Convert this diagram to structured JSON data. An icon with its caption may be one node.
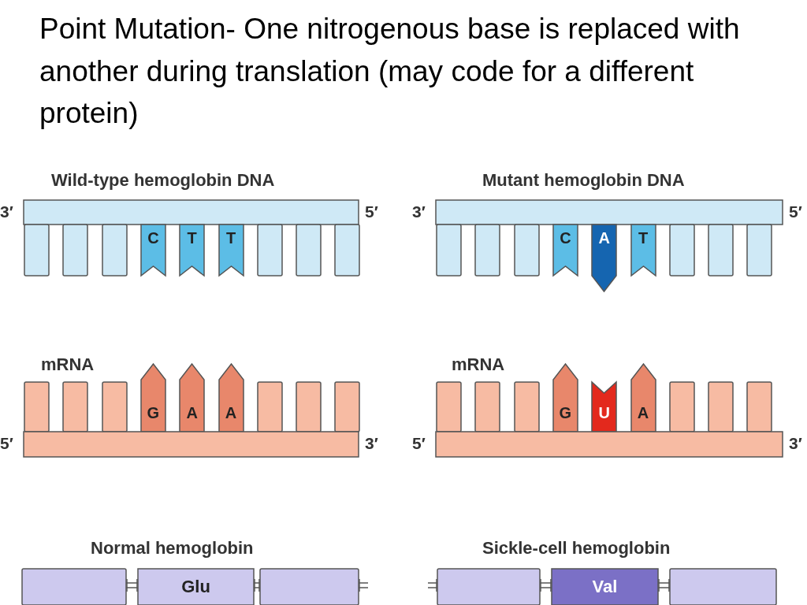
{
  "diagram": {
    "title": "Point Mutation- One nitrogenous base is replaced with another during translation (may code for a different protein)",
    "nodes": [
      {
        "text": [],
        "shape": "bar",
        "beside": [
          "3′",
          "5′"
        ]
      },
      {
        "text": [],
        "shape": "box"
      },
      {
        "text": [],
        "shape": "box"
      },
      {
        "text": [],
        "shape": "box"
      },
      {
        "text": [
          "C"
        ]
      },
      {
        "text": [
          "T"
        ]
      },
      {
        "text": [
          "T"
        ]
      },
      {
        "text": [],
        "shape": "box"
      },
      {
        "text": [],
        "shape": "box"
      },
      {
        "text": [],
        "shape": "box"
      },
      {
        "text": [],
        "shape": "bar",
        "beside": [
          "3′",
          "5′"
        ]
      },
      {
        "text": [],
        "shape": "box"
      },
      {
        "text": [],
        "shape": "box"
      },
      {
        "text": [],
        "shape": "box"
      },
      {
        "text": [
          "C"
        ]
      },
      {
        "text": [
          "A"
        ]
      },
      {
        "text": [
          "T"
        ]
      },
      {
        "text": [],
        "shape": "box"
      },
      {
        "text": [],
        "shape": "box"
      },
      {
        "text": [],
        "shape": "box"
      },
      {
        "text": [],
        "shape": "box"
      },
      {
        "text": [],
        "shape": "box"
      },
      {
        "text": [],
        "shape": "box"
      },
      {
        "text": [
          "G"
        ]
      },
      {
        "text": [
          "A"
        ]
      },
      {
        "text": [
          "A"
        ]
      },
      {
        "text": [],
        "shape": "box"
      },
      {
        "text": [],
        "shape": "box"
      },
      {
        "text": [],
        "shape": "box"
      },
      {
        "text": [],
        "shape": "bar",
        "beside": [
          "5′",
          "3′"
        ]
      },
      {
        "text": [],
        "shape": "box"
      },
      {
        "text": [],
        "shape": "box"
      },
      {
        "text": [],
        "shape": "box"
      },
      {
        "text": [
          "G"
        ]
      },
      {
        "text": [
          "U"
        ]
      },
      {
        "text": [
          "A"
        ]
      },
      {
        "text": [],
        "shape": "box"
      },
      {
        "text": [],
        "shape": "box"
      },
      {
        "text": [],
        "shape": "box"
      },
      {
        "text": [],
        "shape": "bar",
        "beside": [
          "5′",
          "3′"
        ]
      },
      {
        "text": [],
        "shape": "box"
      },
      {
        "text": [
          "Glu"
        ]
      },
      {
        "text": [],
        "shape": "box"
      },
      {
        "text": [],
        "shape": "box"
      },
      {
        "text": [
          "Val"
        ]
      },
      {
        "text": [],
        "shape": "box"
      }
    ],
    "edges": [
      {
        "from": 40,
        "to": 41,
        "arrow": "none"
      },
      {
        "from": 41,
        "to": 42,
        "arrow": "none"
      },
      {
        "from": 42,
        "to": null,
        "arrow": "none"
      },
      {
        "from": null,
        "to": 43,
        "arrow": "none"
      },
      {
        "from": 43,
        "to": 44,
        "arrow": "none"
      },
      {
        "from": 44,
        "to": 45,
        "arrow": "none"
      }
    ],
    "labels": [
      "Wild-type hemoglobin DNA",
      "Mutant hemoglobin DNA",
      "mRNA",
      "mRNA",
      "Normal hemoglobin",
      "Sickle-cell hemoglobin"
    ]
  }
}
